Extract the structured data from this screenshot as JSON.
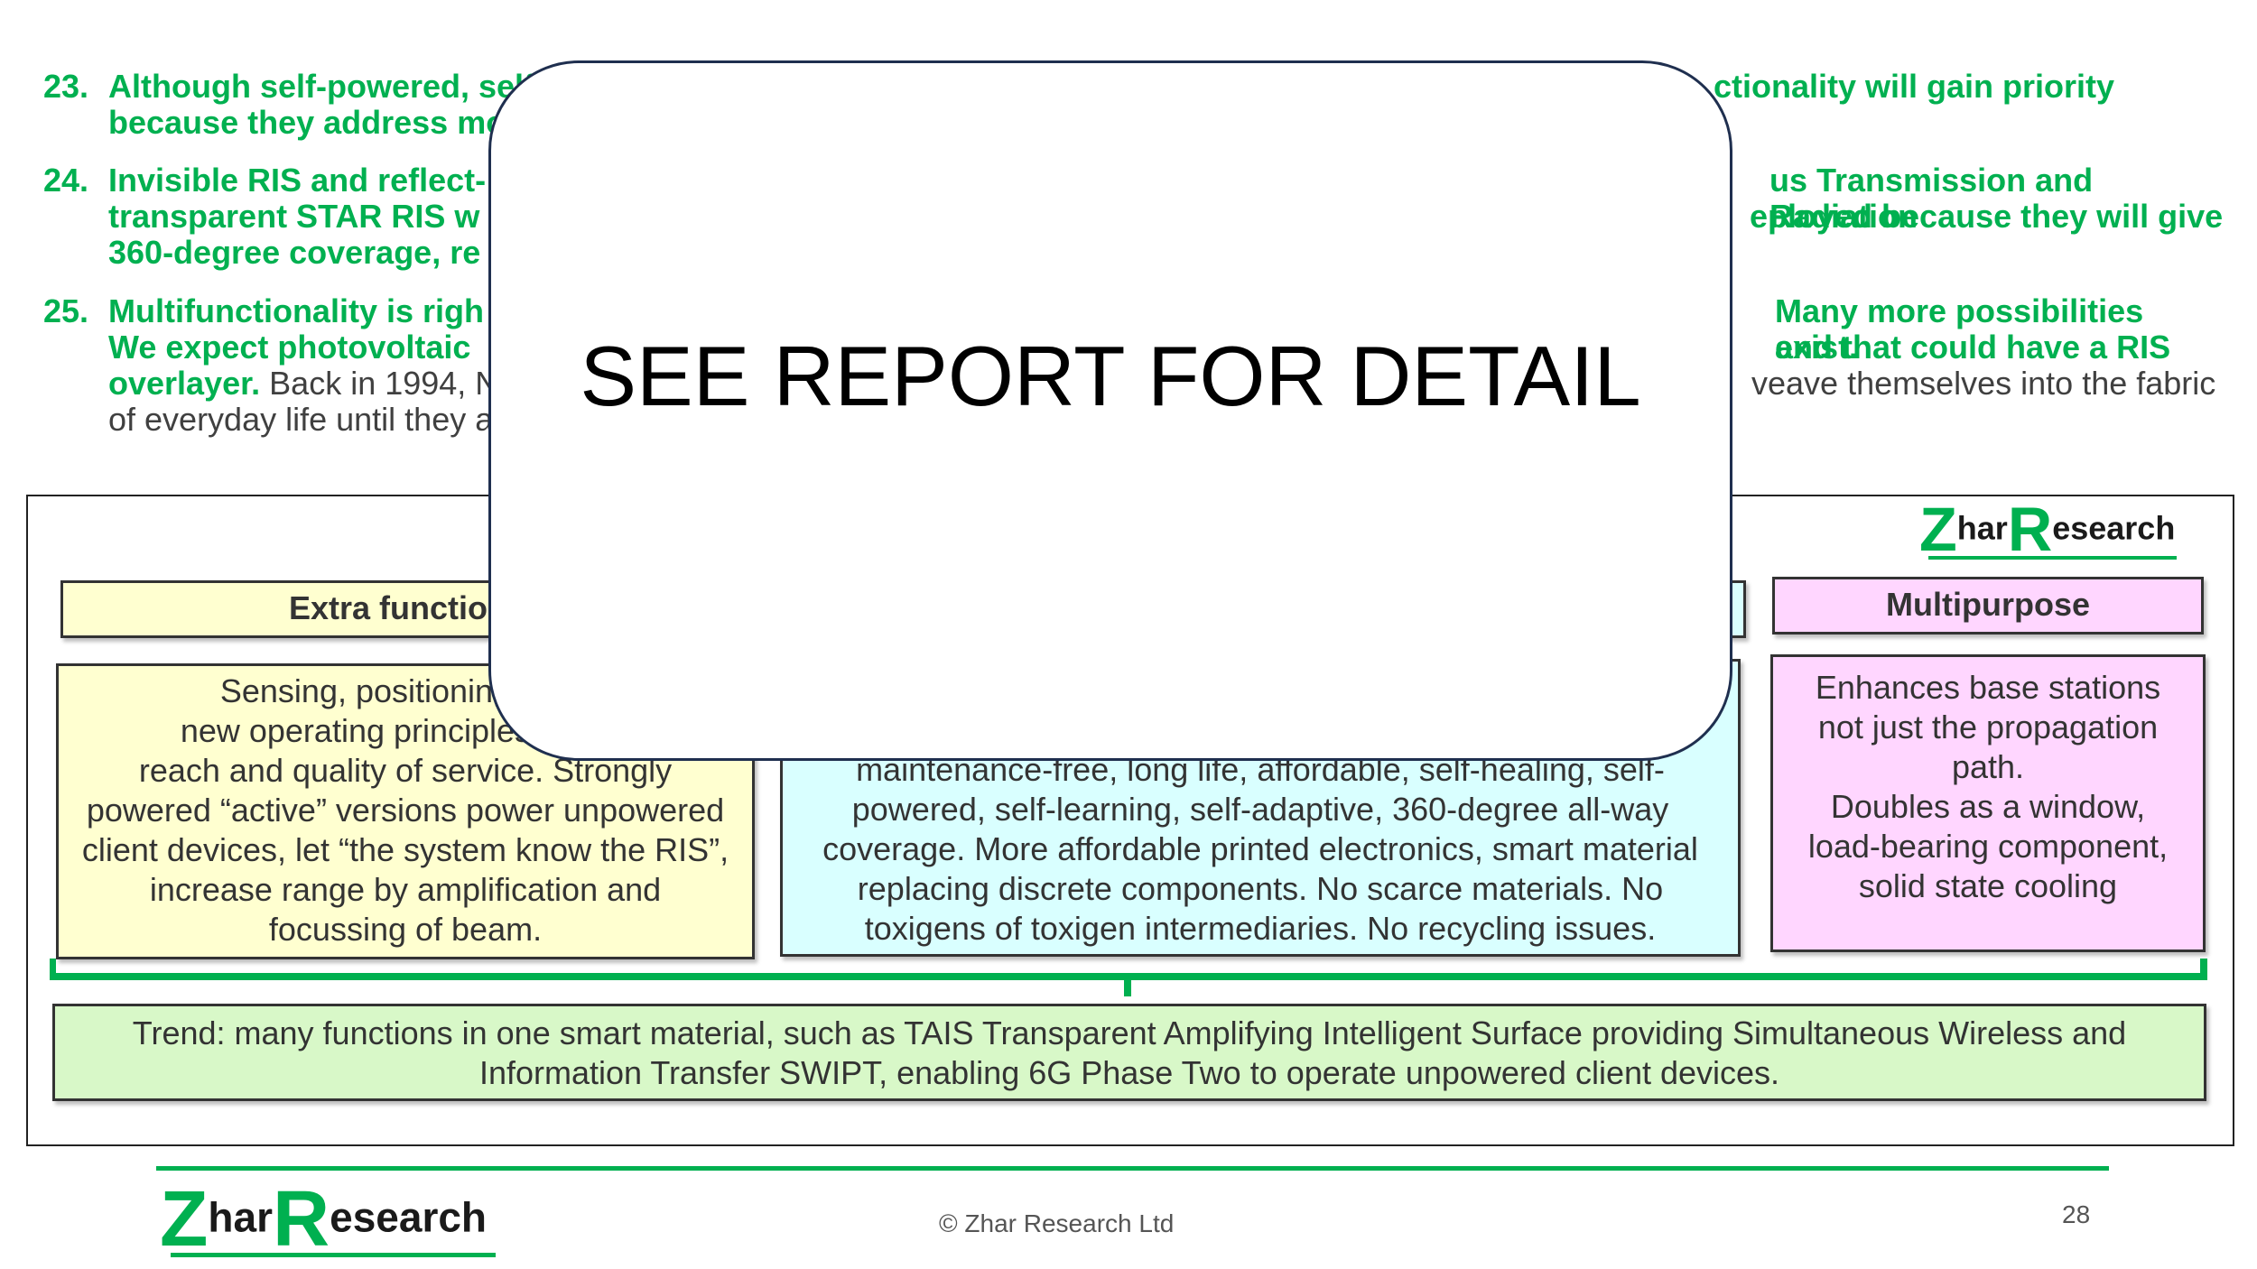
{
  "items": [
    {
      "number": "23.",
      "lines": [
        "Although self-powered, self",
        "ctionality will gain priority",
        "because they address mo"
      ]
    },
    {
      "number": "24.",
      "lines": [
        "Invisible RIS and reflect-",
        "us Transmission and Radiation",
        "transparent STAR RIS w",
        "eployed because they will give",
        "360-degree coverage, re"
      ]
    },
    {
      "number": "25.",
      "lines": [
        "Multifunctionality is righ",
        "Many more possibilities exist.",
        "We expect photovoltaic",
        "and that could have a RIS",
        "overlayer.",
        "Back in 1994, N",
        "veave themselves into the fabric",
        "of everyday life until they a"
      ]
    }
  ],
  "overlay_text": "SEE REPORT FOR DETAIL",
  "diagram": {
    "logo": {
      "z": "Z",
      "har": "har",
      "r": "R",
      "esearch": "esearch"
    },
    "columns": [
      {
        "header": "Extra functions",
        "body": [
          "Sensing, positioning, very",
          "new operating principles enhan",
          "reach and quality of service. Strongly",
          "powered “active” versions power unpowered",
          "client devices, let “the system know the RIS”,",
          "increase range by amplification and",
          "focussing of beam."
        ]
      },
      {
        "header": "",
        "body": [
          "maintenance-free, long life, affordable, self-healing, self-",
          "powered, self-learning, self-adaptive, 360-degree all-way",
          "coverage. More affordable printed electronics, smart material",
          "replacing discrete components. No scarce materials. No",
          "toxigens of toxigen intermediaries. No recycling issues."
        ]
      },
      {
        "header": "Multipurpose",
        "body": [
          "Enhances base stations",
          "not just the propagation",
          "path.",
          "Doubles as a window,",
          "load-bearing component,",
          "solid state cooling"
        ]
      }
    ],
    "trend": [
      "Trend: many functions in one smart material, such as TAIS Transparent Amplifying Intelligent Surface providing Simultaneous Wireless and",
      "Information Transfer SWIPT, enabling 6G Phase Two to operate unpowered client devices."
    ]
  },
  "footer": {
    "copyright": "© Zhar Research Ltd",
    "page_number": "28",
    "logo": {
      "z": "Z",
      "har": "har",
      "r": "R",
      "esearch": "esearch"
    }
  },
  "colors": {
    "accent_green": "#00b050",
    "yellow_box": "#ffffd0",
    "cyan_box": "#d9ffff",
    "pink_box": "#ffd6ff",
    "trend_box": "#d8f8c8"
  }
}
